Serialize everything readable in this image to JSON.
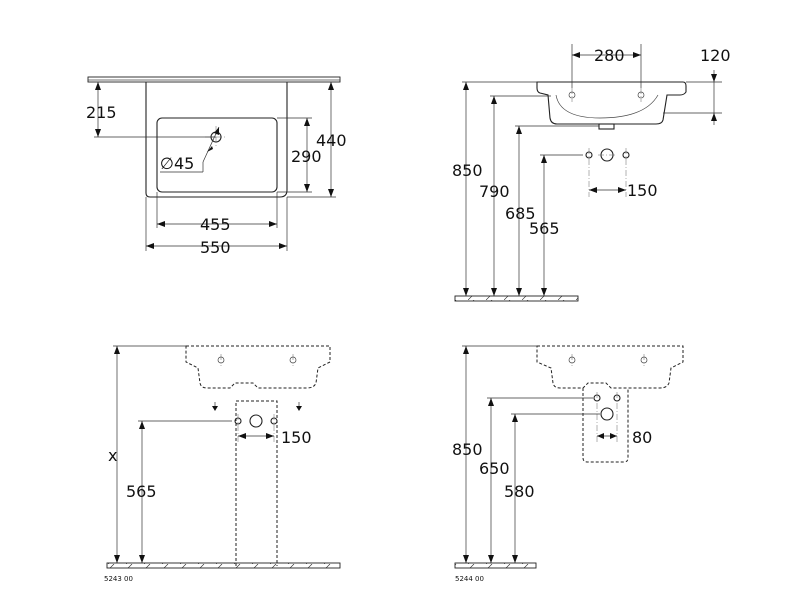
{
  "top_view": {
    "dim_left": "215",
    "dim_inner_height": "290",
    "dim_height": "440",
    "dim_hole": "∅45",
    "dim_inner_width": "455",
    "dim_width": "550"
  },
  "side_view": {
    "dim_tap_spacing": "280",
    "dim_depth": "120",
    "dim_top_height": "850",
    "dim_under_height": "790",
    "dim_trap_height": "685",
    "dim_supply_height": "565",
    "dim_supply_spacing": "150"
  },
  "pedestal_view": {
    "dim_variable": "x",
    "dim_supply_height": "565",
    "dim_supply_spacing": "150",
    "code": "5243 00"
  },
  "semi_pedestal_view": {
    "dim_top_height": "850",
    "dim_supply_height": "650",
    "dim_trap_height": "580",
    "dim_supply_spacing": "80",
    "code": "5244 00"
  }
}
